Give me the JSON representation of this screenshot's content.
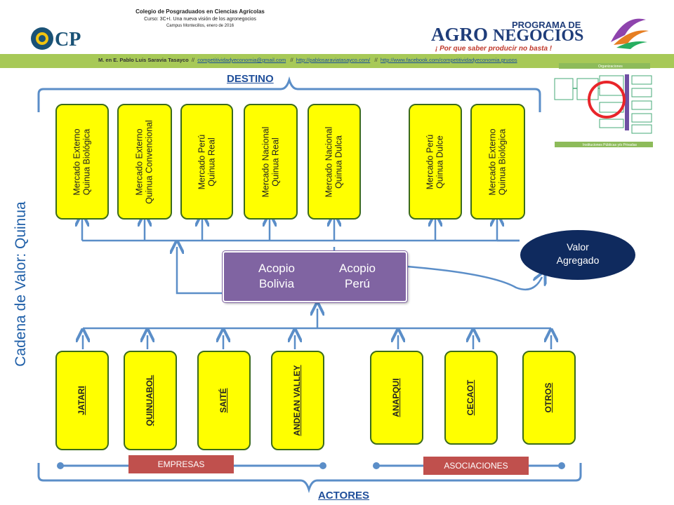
{
  "header": {
    "institution": "Colegio de Posgraduados en Ciencias Agrícolas",
    "course": "Curso: 3C+I. Una nueva visión de los agronegocios",
    "campus": "Campus Montecillos, enero de 2016",
    "logo_left": "CP",
    "program_title_line1": "PROGRAMA DE",
    "program_title_agro": "AGRO",
    "program_title_negocios": "NEGOCIOS",
    "program_slogan": "¡ Por que saber producir no basta !"
  },
  "contact": {
    "author": "M. en E. Pablo Luis Saravia Tasayco",
    "sep": "//",
    "email": "competitividadyeconomia@gmail.com",
    "site": "http://pablosaraviatasayco.com/",
    "facebook": "http://www.facebook.com/competitividadyeconomia.gruoos"
  },
  "diagram": {
    "side_title": "Cadena de Valor: Quinua",
    "destino_label": "DESTINO",
    "actores_label": "ACTORES",
    "destinations": [
      {
        "line1": "Mercado Externo",
        "line2": "Quinua Biológica"
      },
      {
        "line1": "Mercado Externo",
        "line2": "Quinua Convencional"
      },
      {
        "line1": "Mercado Perú",
        "line2": "Quinua Real"
      },
      {
        "line1": "Mercado Nacional",
        "line2": "Quinua Real"
      },
      {
        "line1": "Mercado Nacional",
        "line2": "Quinua Dulca"
      },
      {
        "line1": "Mercado Perú",
        "line2": "Quinua Dulce"
      },
      {
        "line1": "Mercado Externo",
        "line2": "Quinua Biológica"
      }
    ],
    "acopio": {
      "bolivia_line1": "Acopio",
      "bolivia_line2": "Bolivia",
      "peru_line1": "Acopio",
      "peru_line2": "Perú"
    },
    "valor_agregado": {
      "line1": "Valor",
      "line2": "Agregado"
    },
    "actors": [
      "JATARI",
      "QUINUABOL",
      "SAITÉ",
      "ANDEAN VALLEY",
      "ANAPQUI",
      "CECAOT",
      "OTROS"
    ],
    "empresas_label": "EMPRESAS",
    "asociaciones_label": "ASOCIACIONES"
  },
  "thumbnail": {
    "top_label": "Organizaciones",
    "bottom_label": "Instituciones Públicas y/o Privadas"
  },
  "colors": {
    "box_fill": "#ffff00",
    "box_border": "#3b6b1a",
    "connector": "#5b8ec8",
    "acopio": "#8064a2",
    "valor": "#0f2a5e",
    "label_red": "#c0504d",
    "highlight_circle": "#e8252a",
    "green_bar": "#a7c957"
  }
}
